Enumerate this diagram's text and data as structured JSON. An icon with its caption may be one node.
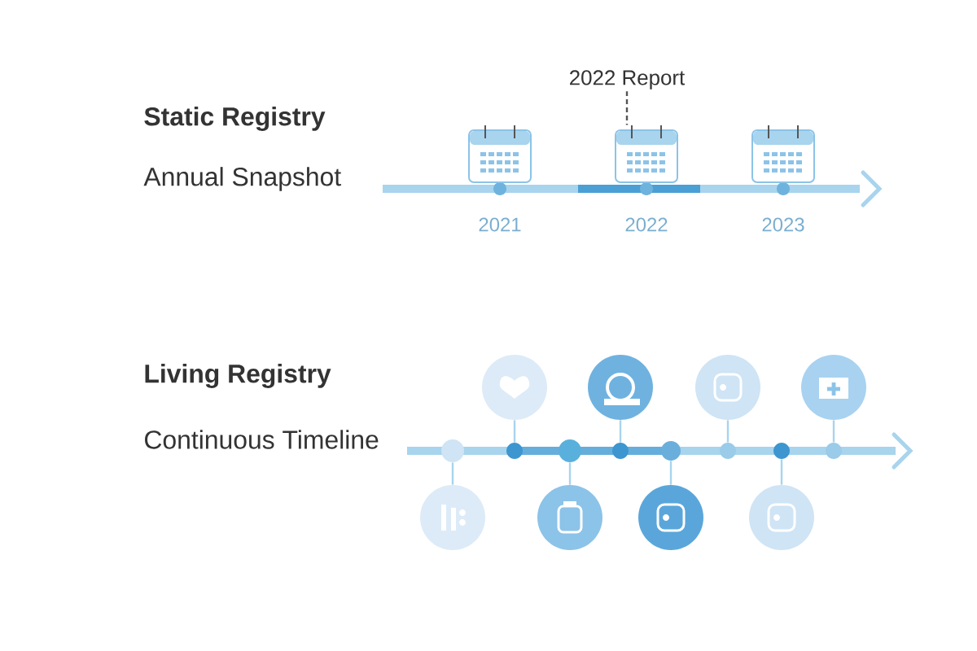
{
  "diagram": {
    "nodes": [
      {
        "text": [
          "2022 Report"
        ]
      },
      {
        "text": [],
        "shape": "picture",
        "beside": [
          "2021"
        ]
      },
      {
        "text": [],
        "shape": "picture",
        "beside": [
          "2022"
        ]
      },
      {
        "text": [],
        "shape": "picture",
        "beside": [
          "2023"
        ]
      },
      {
        "text": [],
        "shape": "circle"
      },
      {
        "text": [],
        "shape": "circle"
      },
      {
        "text": [],
        "shape": "circle"
      },
      {
        "text": [],
        "shape": "circle"
      },
      {
        "text": [],
        "shape": "circle"
      },
      {
        "text": [],
        "shape": "circle"
      },
      {
        "text": [],
        "shape": "circle"
      },
      {
        "text": [],
        "shape": "circle"
      },
      {
        "text": [],
        "shape": "circle"
      },
      {
        "text": [],
        "shape": "circle"
      },
      {
        "text": [],
        "shape": "circle"
      },
      {
        "text": [],
        "shape": "circle"
      },
      {
        "text": [],
        "shape": "circle"
      },
      {
        "text": [],
        "shape": "circle"
      },
      {
        "text": [],
        "shape": "circle"
      },
      {
        "text": [],
        "shape": "circle"
      }
    ],
    "edges": [
      {
        "from": 0,
        "to": 2,
        "arrow": "none",
        "style": "dashed",
        "color": "#555555"
      },
      {
        "from": 4,
        "to": 5,
        "arrow": "none"
      },
      {
        "from": 6,
        "to": 7,
        "arrow": "none"
      },
      {
        "from": 8,
        "to": 9,
        "arrow": "none"
      },
      {
        "from": 10,
        "to": 11,
        "arrow": "none"
      },
      {
        "from": 12,
        "to": 13,
        "arrow": "none"
      },
      {
        "from": 14,
        "to": 15,
        "arrow": "none"
      },
      {
        "from": 16,
        "to": 17,
        "arrow": "none"
      },
      {
        "from": 18,
        "to": 19,
        "arrow": "none"
      }
    ],
    "labels": [
      "Static Registry",
      "Annual Snapshot",
      "Living Registry",
      "Continuous Timeline"
    ]
  }
}
